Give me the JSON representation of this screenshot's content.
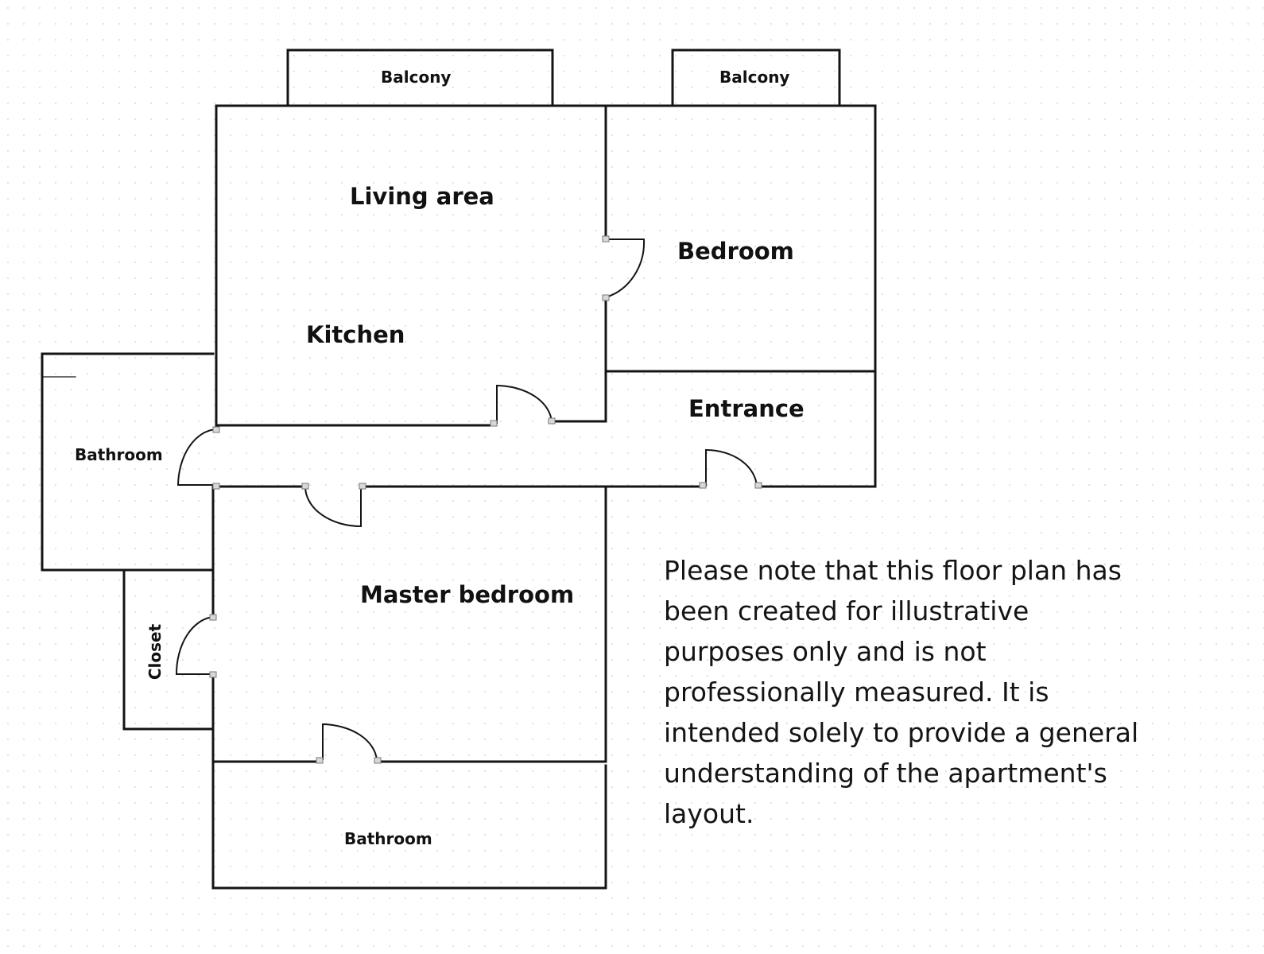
{
  "rooms": {
    "balcony_left": "Balcony",
    "balcony_right": "Balcony",
    "living_area": "Living area",
    "kitchen": "Kitchen",
    "bedroom": "Bedroom",
    "entrance": "Entrance",
    "bathroom_left": "Bathroom",
    "master_bedroom": "Master bedroom",
    "closet": "Closet",
    "bathroom_bottom": "Bathroom"
  },
  "note": "Please note that this floor plan has been created for illustrative purposes only and is not professionally measured. It is intended solely to provide a general understanding of the apartment's layout."
}
